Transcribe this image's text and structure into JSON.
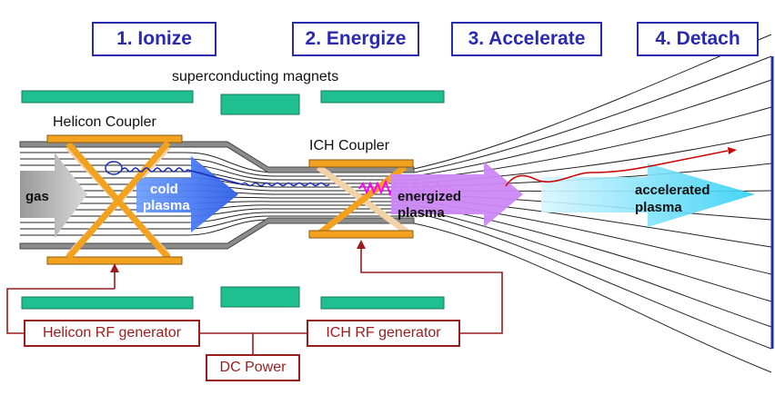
{
  "stages": [
    {
      "label": "1. Ionize"
    },
    {
      "label": "2. Energize"
    },
    {
      "label": "3. Accelerate"
    },
    {
      "label": "4. Detach"
    }
  ],
  "labels": {
    "magnets": "superconducting magnets",
    "helicon_coupler": "Helicon Coupler",
    "ich_coupler": "ICH Coupler",
    "gas": "gas",
    "cold_plasma_1": "cold",
    "cold_plasma_2": "plasma",
    "energized_1": "energized",
    "energized_2": "plasma",
    "accelerated_1": "accelerated",
    "accelerated_2": "plasma"
  },
  "generators": {
    "helicon": "Helicon RF generator",
    "ich": "ICH RF generator",
    "dc": "DC Power"
  },
  "colors": {
    "stage_border": "#2a2ab0",
    "magnet": "#1fbf8f",
    "coupler": "#f2a21f",
    "generator": "#9b1c1c",
    "gas": "#b0b0b0",
    "cold_plasma": "#3a6cf0",
    "energized_plasma": "#cc88f5",
    "accelerated_plasma": "#5fd8f5",
    "rf_wave": "#ff00ff",
    "particle_path": "#cc0000"
  }
}
